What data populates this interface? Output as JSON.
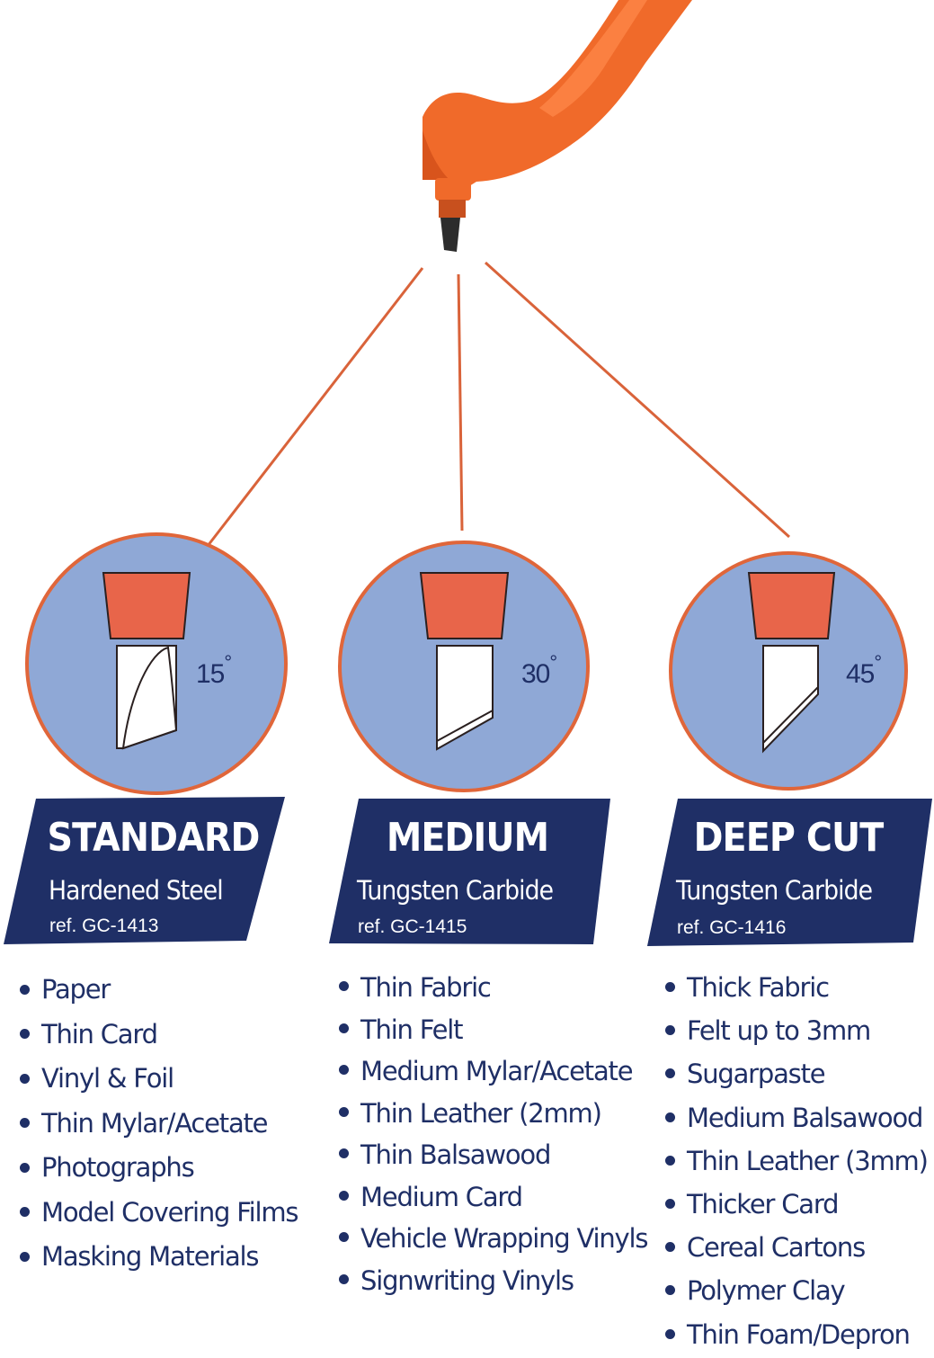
{
  "colors": {
    "orange": "#f06a2a",
    "navy": "#1f2f66",
    "circle_fill": "#8fa8d6",
    "circle_border": "#e0663a",
    "line": "#d9633a",
    "blade_holder": "#e8654a"
  },
  "blades": [
    {
      "angle": "15",
      "degree_symbol": "°",
      "name": "STANDARD",
      "material": "Hardened Steel",
      "ref": "ref. GC-1413",
      "items": [
        "Paper",
        "Thin Card",
        "Vinyl & Foil",
        "Thin Mylar/Acetate",
        "Photographs",
        "Model Covering Films",
        "Masking Materials"
      ]
    },
    {
      "angle": "30",
      "degree_symbol": "°",
      "name": "MEDIUM",
      "material": "Tungsten Carbide",
      "ref": "ref. GC-1415",
      "items": [
        "Thin Fabric",
        "Thin Felt",
        "Medium Mylar/Acetate",
        "Thin Leather (2mm)",
        "Thin Balsawood",
        "Medium Card",
        "Vehicle Wrapping Vinyls",
        "Signwriting Vinyls"
      ]
    },
    {
      "angle": "45",
      "degree_symbol": "°",
      "name": "DEEP CUT",
      "material": "Tungsten Carbide",
      "ref": "ref. GC-1416",
      "items": [
        "Thick Fabric",
        "Felt up to 3mm",
        "Sugarpaste",
        "Medium Balsawood",
        "Thin Leather (3mm)",
        "Thicker Card",
        "Cereal Cartons",
        "Polymer Clay",
        "Thin Foam/Depron"
      ]
    }
  ]
}
